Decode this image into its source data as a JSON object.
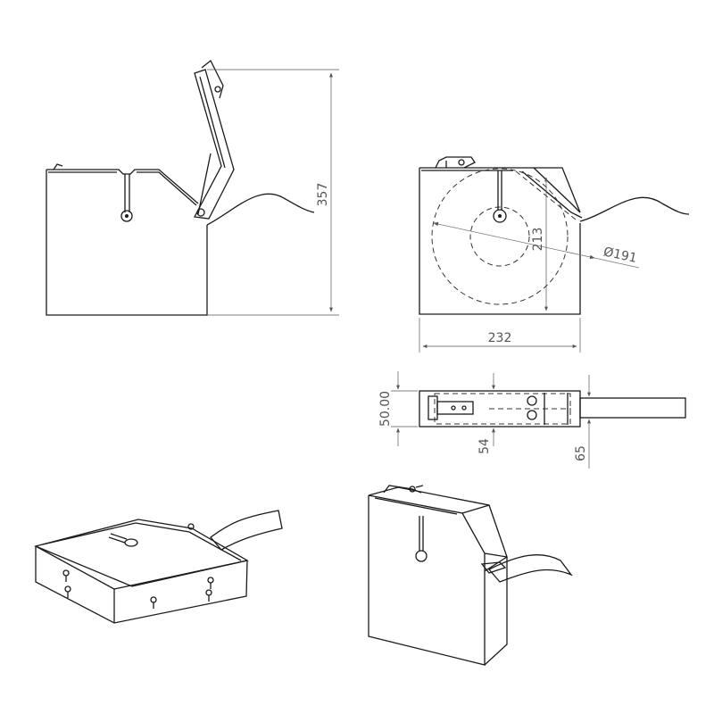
{
  "dimensions": {
    "height": "357",
    "width": "232",
    "diameter": "Ø191",
    "center_height": "213",
    "depth": "50.00",
    "slot": "54",
    "tape_height": "65"
  }
}
